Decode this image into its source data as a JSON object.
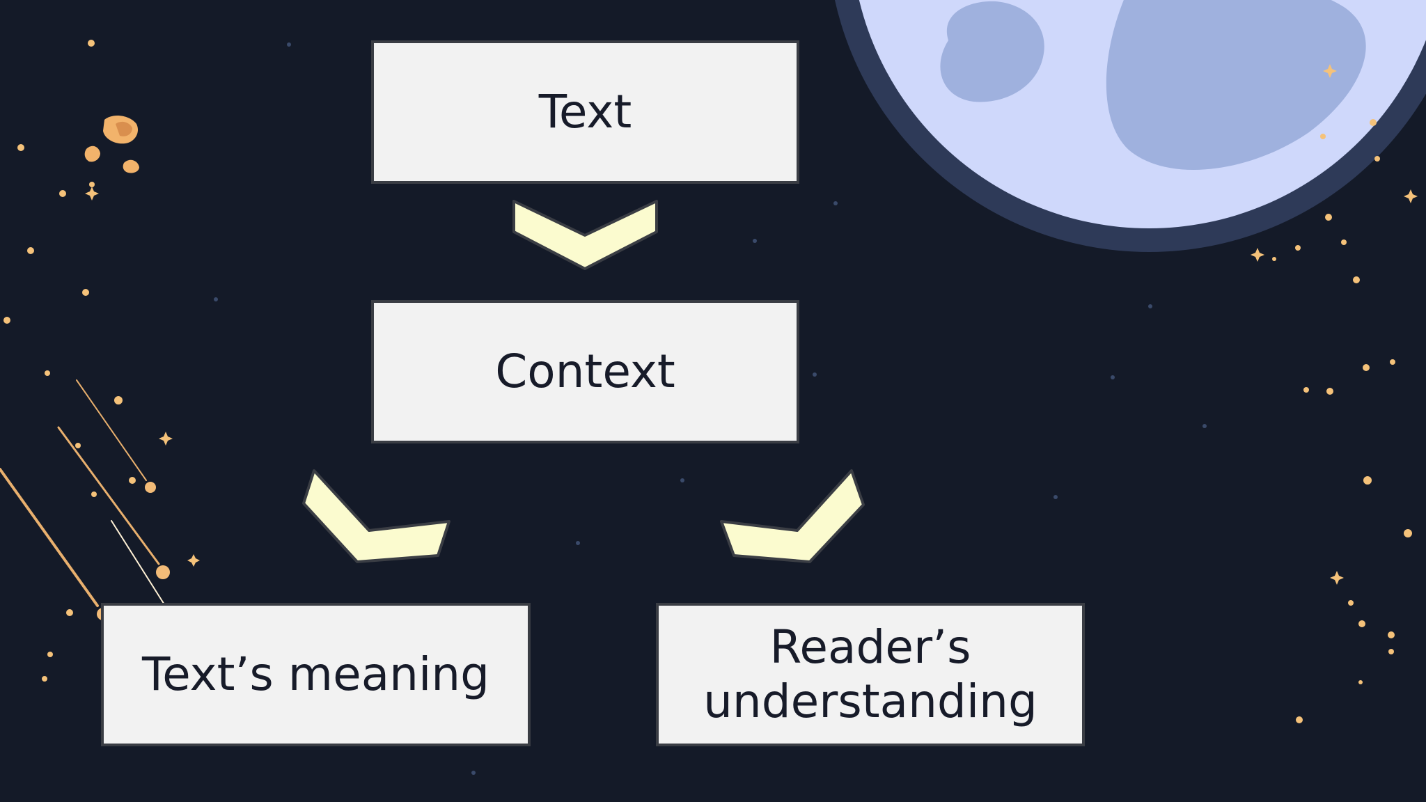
{
  "diagram": {
    "nodes": {
      "text": "Text",
      "context": "Context",
      "meaning": "Text’s meaning",
      "reader_line1": "Reader’s",
      "reader_line2": "understanding"
    },
    "edges": [
      {
        "from": "Text",
        "to": "Context"
      },
      {
        "from": "Context",
        "to": "Text’s meaning"
      },
      {
        "from": "Context",
        "to": "Reader’s understanding"
      }
    ]
  },
  "colors": {
    "background": "#141a28",
    "box_fill": "#f2f2f2",
    "box_border": "#3a3d44",
    "arrow_fill": "#fbfbcf",
    "moon_light": "#cfd8fb",
    "moon_crater": "#9fb1de",
    "moon_rim": "#2e3a58",
    "star": "#f5c27a"
  },
  "decorations": {
    "moon": "moon-illustration",
    "stars": "star-field",
    "meteors": "meteor-streaks",
    "asteroids": "asteroid-rocks"
  }
}
